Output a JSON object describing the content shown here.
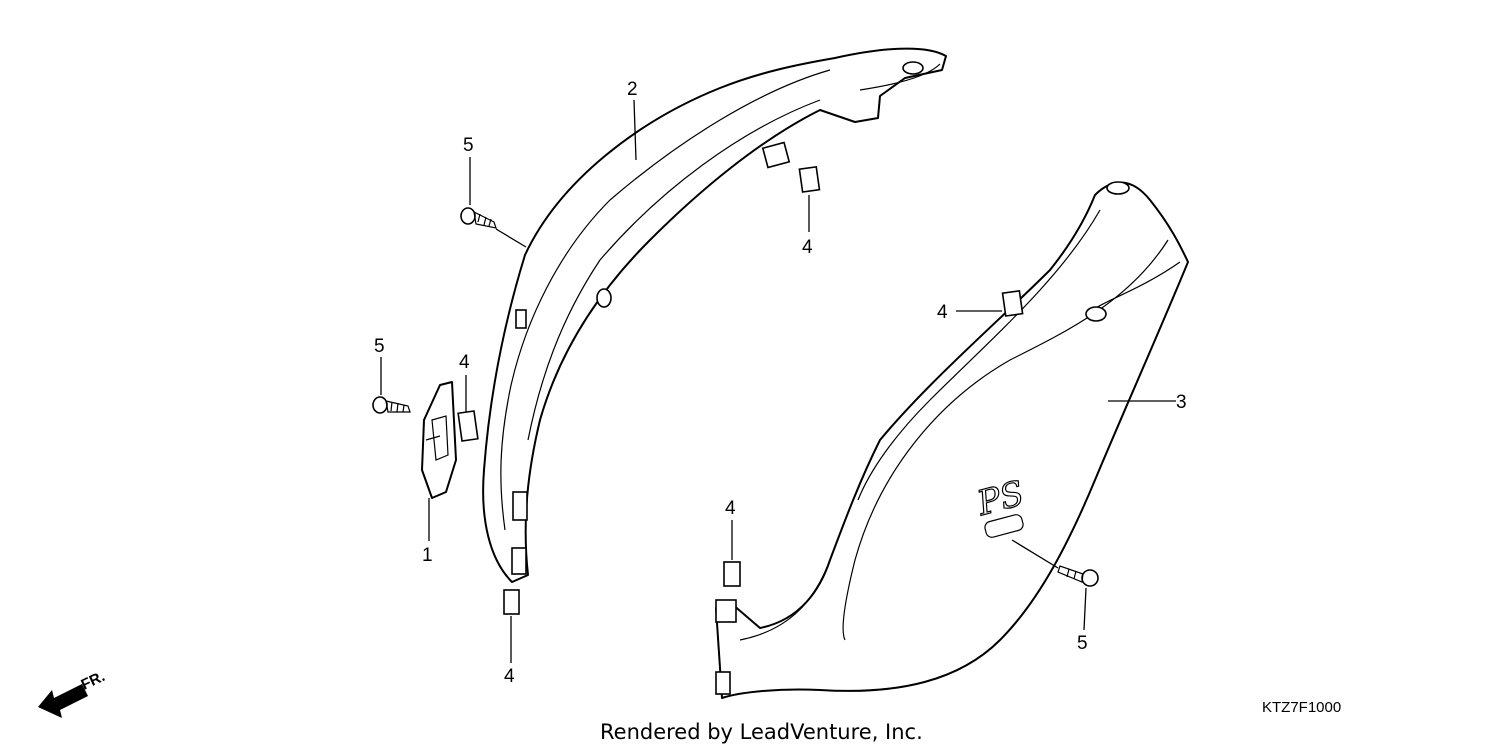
{
  "diagram": {
    "labels": {
      "part1": "1",
      "part2": "2",
      "part3": "3",
      "clip_a": "4",
      "clip_b": "4",
      "clip_c": "4",
      "clip_d": "4",
      "clip_e": "4",
      "screw_a": "5",
      "screw_b": "5",
      "screw_c": "5"
    },
    "direction_marker": "FR.",
    "diagram_code": "KTZ7F1000",
    "credit": "Rendered by LeadVenture, Inc.",
    "logo_text": "PS"
  }
}
